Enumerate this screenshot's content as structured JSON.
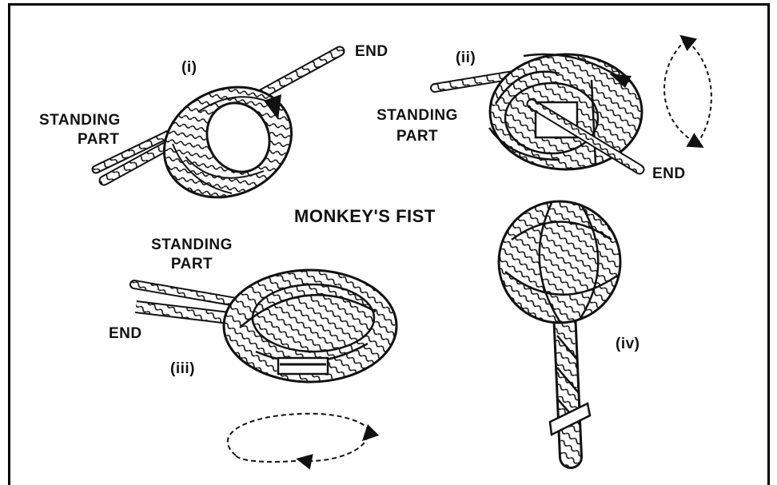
{
  "title": "MONKEY'S FIST",
  "colors": {
    "ink": "#111111",
    "background": "#ffffff"
  },
  "steps": [
    {
      "numeral": "(i)",
      "standing_part": [
        "STANDING",
        "PART"
      ],
      "end": "END"
    },
    {
      "numeral": "(ii)",
      "standing_part": [
        "STANDING",
        "PART"
      ],
      "end": "END"
    },
    {
      "numeral": "(iii)",
      "standing_part": [
        "STANDING",
        "PART"
      ],
      "end": "END"
    },
    {
      "numeral": "(iv)"
    }
  ]
}
